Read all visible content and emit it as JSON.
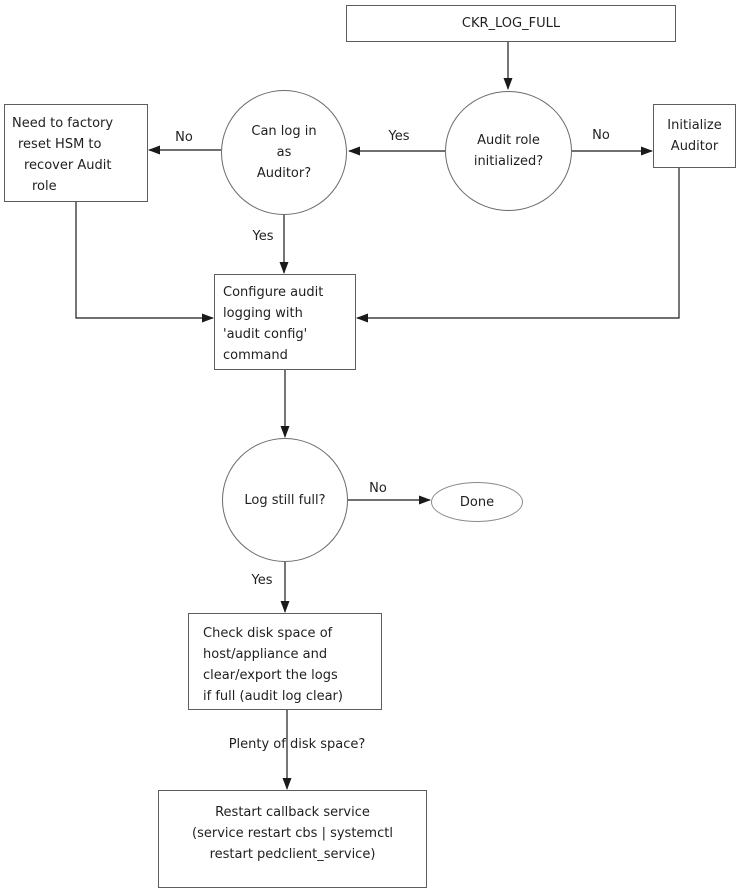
{
  "nodes": {
    "ckr_log_full": {
      "label": "CKR_LOG_FULL"
    },
    "audit_role_initialized": {
      "lines": [
        "Audit role",
        "initialized?"
      ]
    },
    "initialize_auditor": {
      "lines": [
        "Initialize",
        "Auditor"
      ]
    },
    "can_log_in": {
      "lines": [
        "Can log in",
        "as",
        "Auditor?"
      ]
    },
    "need_factory_reset": {
      "lines": [
        "Need to factory",
        "reset HSM to",
        "recover Audit",
        "role"
      ]
    },
    "configure_audit": {
      "lines": [
        "Configure audit",
        "logging with",
        "'audit config'",
        "command"
      ]
    },
    "log_still_full": {
      "label": "Log still full?"
    },
    "done": {
      "label": "Done"
    },
    "check_disk": {
      "lines": [
        "Check disk space of",
        "host/appliance and",
        "clear/export the logs",
        "if full (audit log clear)"
      ]
    },
    "restart_callback": {
      "lines": [
        "Restart callback service",
        "(service restart cbs | systemctl",
        "restart pedclient_service)"
      ]
    }
  },
  "edge_labels": {
    "yes_audit_to_can": "Yes",
    "no_audit_to_initialize": "No",
    "no_can_to_reset": "No",
    "yes_can_to_configure": "Yes",
    "no_logfull_to_done": "No",
    "yes_logfull_to_check": "Yes",
    "plenty_disk_space": "Plenty of disk space?"
  },
  "colors": {
    "background": "#ffffff",
    "box_border": "#5d5d5d",
    "circle_border": "#6b6b6b",
    "ellipse_border": "#8a8a8a",
    "arrow": "#1a1a1a",
    "text": "#1f1f1f"
  }
}
